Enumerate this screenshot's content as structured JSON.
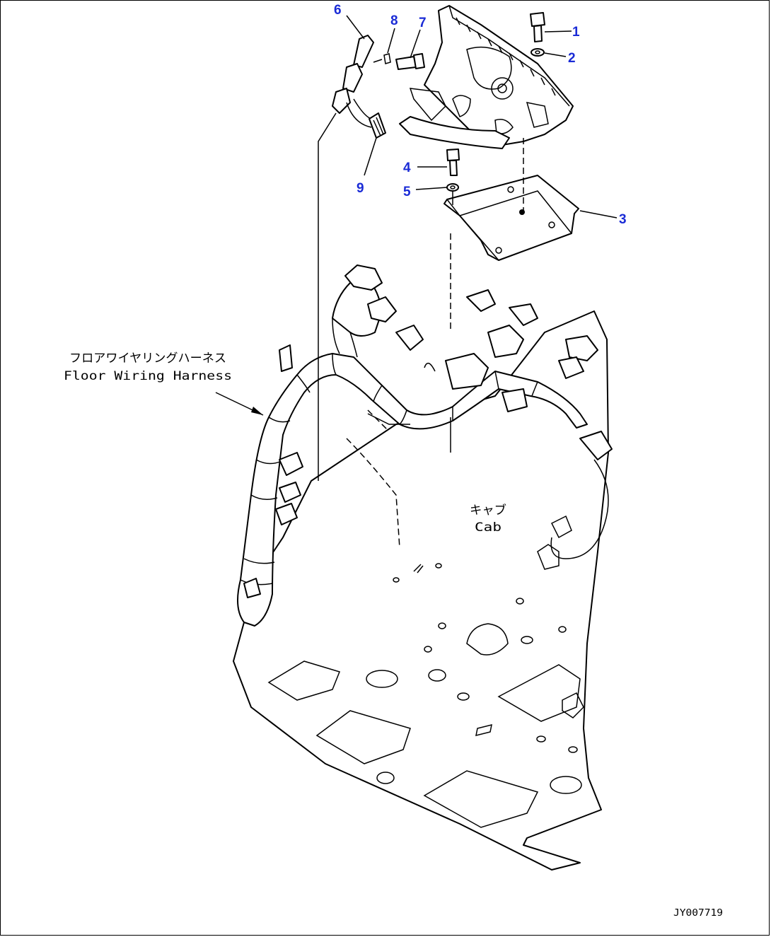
{
  "callouts": [
    {
      "num": "1"
    },
    {
      "num": "2"
    },
    {
      "num": "3"
    },
    {
      "num": "4"
    },
    {
      "num": "5"
    },
    {
      "num": "6"
    },
    {
      "num": "7"
    },
    {
      "num": "8"
    },
    {
      "num": "9"
    }
  ],
  "labels": {
    "harness_jp": "フロアワイヤリングハーネス",
    "harness_en": "Floor Wiring Harness",
    "cab_jp": "キャブ",
    "cab_en": "Cab"
  },
  "drawing_id": "JY007719",
  "colors": {
    "callout": "#1a2bd6",
    "line": "#000000"
  }
}
